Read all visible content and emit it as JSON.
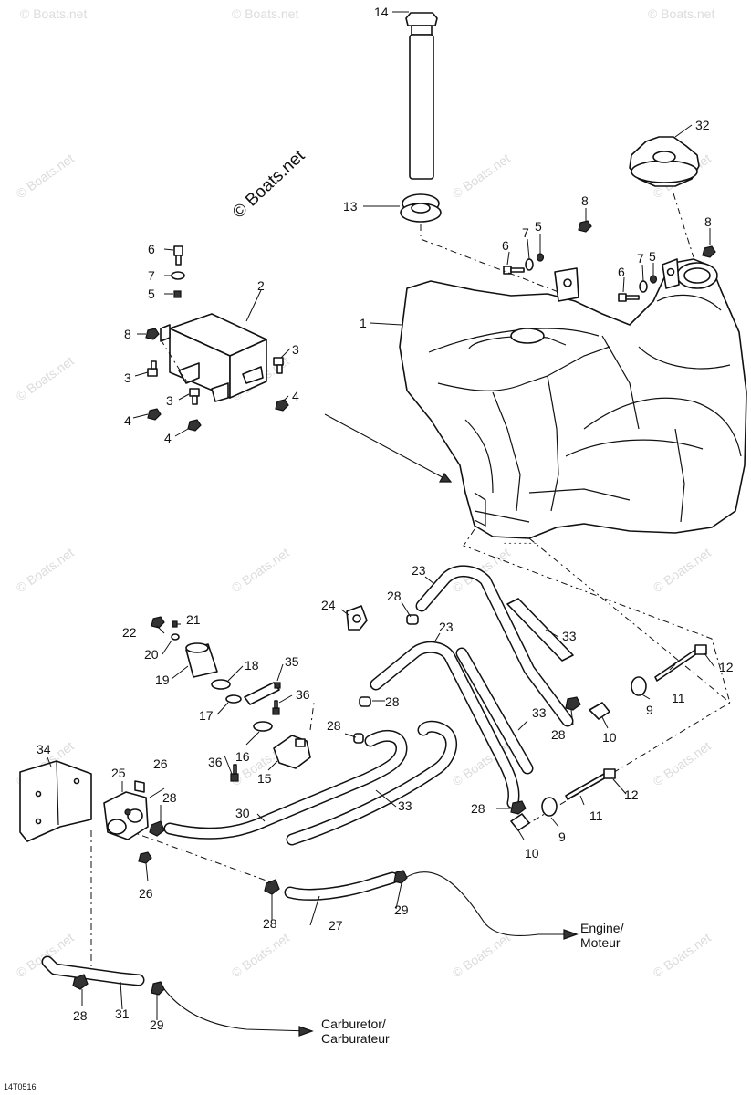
{
  "brand": "© Boats.net",
  "watermark": "© Boats.net",
  "figure_code": "14T0516",
  "destinations": {
    "engine_line1": "Engine/",
    "engine_line2": "Moteur",
    "carb_line1": "Carburetor/",
    "carb_line2": "Carburateur"
  },
  "callouts": {
    "c1": "1",
    "c2": "2",
    "c3a": "3",
    "c3b": "3",
    "c3c": "3",
    "c4a": "4",
    "c4b": "4",
    "c4c": "4",
    "c5a": "5",
    "c5b": "5",
    "c5c": "5",
    "c6a": "6",
    "c6b": "6",
    "c6c": "6",
    "c7a": "7",
    "c7b": "7",
    "c7c": "7",
    "c8a": "8",
    "c8b": "8",
    "c8c": "8",
    "c9a": "9",
    "c9b": "9",
    "c10a": "10",
    "c10b": "10",
    "c11a": "11",
    "c11b": "11",
    "c12a": "12",
    "c12b": "12",
    "c13": "13",
    "c14": "14",
    "c15": "15",
    "c16": "16",
    "c17": "17",
    "c18": "18",
    "c19": "19",
    "c20": "20",
    "c21": "21",
    "c22": "22",
    "c23a": "23",
    "c23b": "23",
    "c24": "24",
    "c25": "25",
    "c26a": "26",
    "c26b": "26",
    "c27": "27",
    "c28a": "28",
    "c28b": "28",
    "c28c": "28",
    "c28d": "28",
    "c28e": "28",
    "c28f": "28",
    "c28g": "28",
    "c29a": "29",
    "c29b": "29",
    "c30": "30",
    "c31": "31",
    "c32": "32",
    "c33a": "33",
    "c33b": "33",
    "c33c": "33",
    "c34": "34",
    "c35": "35",
    "c36a": "36",
    "c36b": "36"
  }
}
